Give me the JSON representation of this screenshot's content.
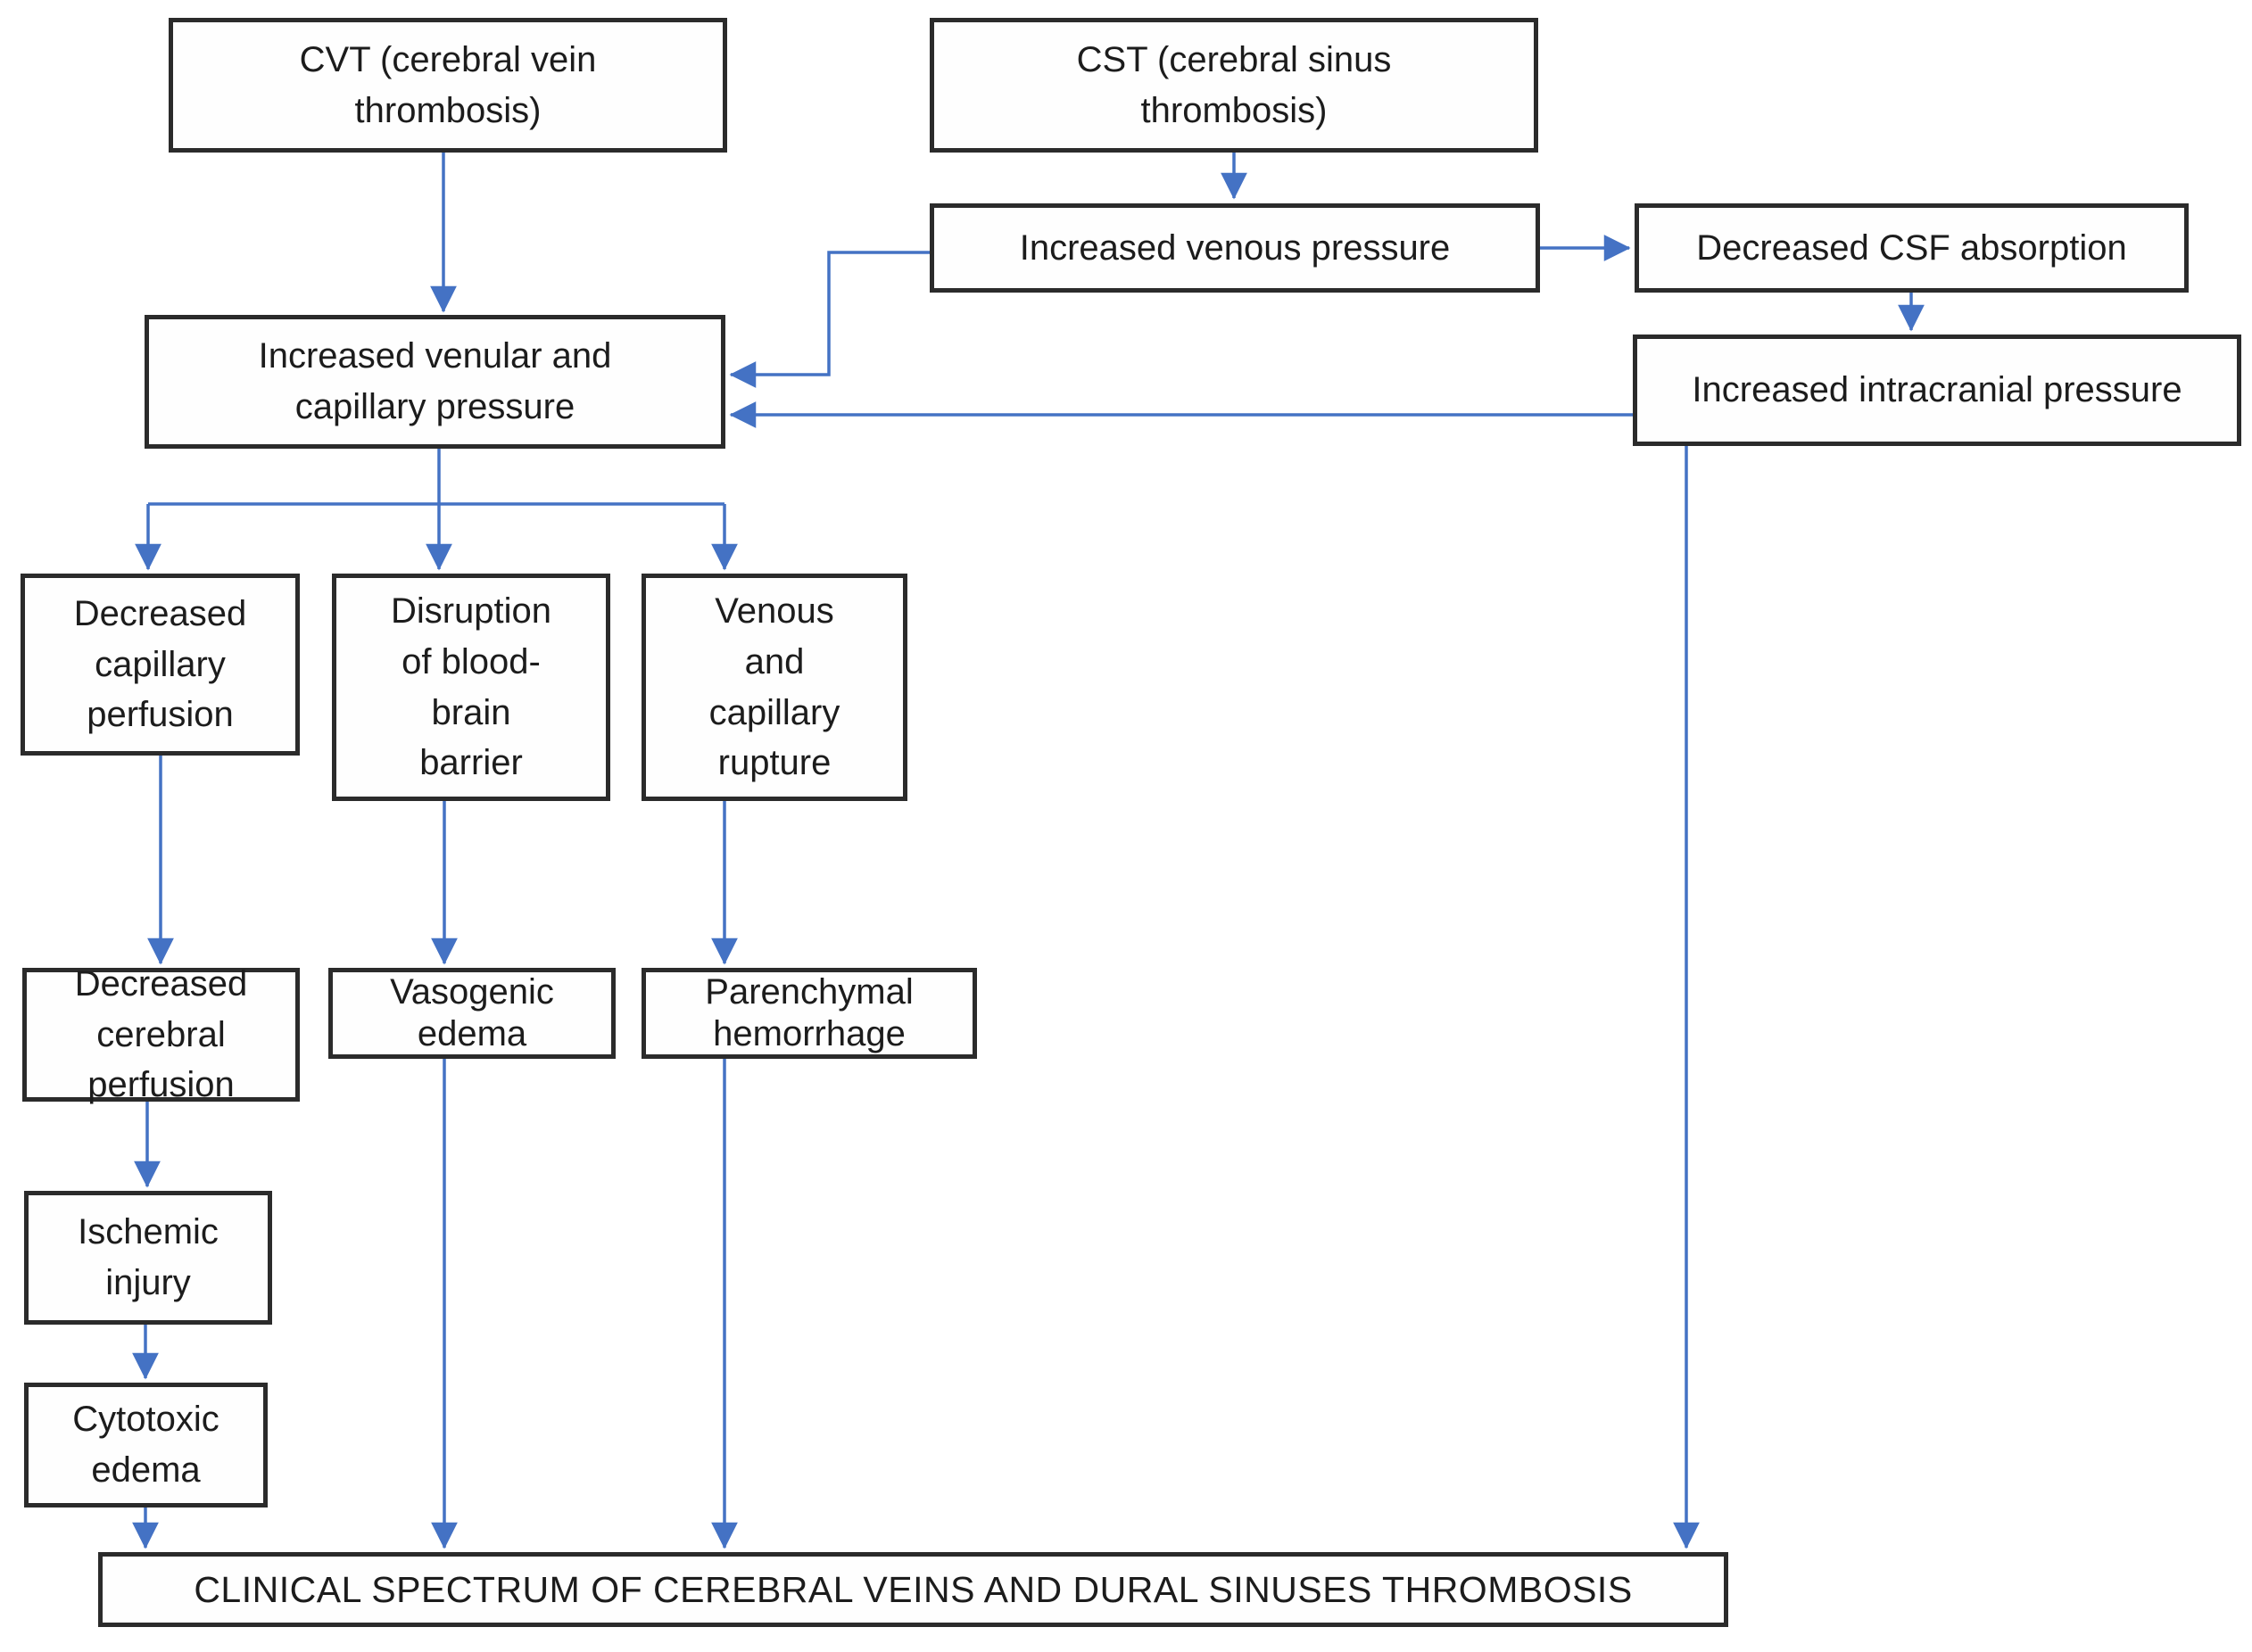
{
  "diagram_type": "flowchart",
  "colors": {
    "arrow": "#4472C4",
    "box_border": "#2b2b2b",
    "text": "#1c1c1c",
    "background": "#ffffff"
  },
  "nodes": {
    "cvt": {
      "label": "CVT (cerebral vein\nthrombosis)"
    },
    "cst": {
      "label": "CST (cerebral sinus\nthrombosis)"
    },
    "increased_venous_pressure": {
      "label": "Increased venous pressure"
    },
    "decreased_csf_absorption": {
      "label": "Decreased CSF absorption"
    },
    "increased_venular_capillary_pressure": {
      "label": "Increased venular and\ncapillary pressure"
    },
    "increased_intracranial_pressure": {
      "label": "Increased intracranial pressure"
    },
    "decreased_capillary_perfusion": {
      "label": "Decreased\ncapillary\nperfusion"
    },
    "disruption_blood_brain_barrier": {
      "label": "Disruption\nof blood-\nbrain\nbarrier"
    },
    "venous_capillary_rupture": {
      "label": "Venous\nand\ncapillary\nrupture"
    },
    "decreased_cerebral_perfusion": {
      "label": "Decreased\ncerebral\nperfusion"
    },
    "vasogenic_edema": {
      "label": "Vasogenic\nedema"
    },
    "parenchymal_hemorrhage": {
      "label": "Parenchymal\nhemorrhage"
    },
    "ischemic_injury": {
      "label": "Ischemic\ninjury"
    },
    "cytotoxic_edema": {
      "label": "Cytotoxic\nedema"
    },
    "clinical_spectrum": {
      "label": "CLINICAL SPECTRUM OF CEREBRAL VEINS AND DURAL SINUSES THROMBOSIS"
    }
  },
  "edges": [
    {
      "from": "cvt",
      "to": "increased_venular_capillary_pressure"
    },
    {
      "from": "cst",
      "to": "increased_venous_pressure"
    },
    {
      "from": "increased_venous_pressure",
      "to": "decreased_csf_absorption"
    },
    {
      "from": "increased_venous_pressure",
      "to": "increased_venular_capillary_pressure"
    },
    {
      "from": "decreased_csf_absorption",
      "to": "increased_intracranial_pressure"
    },
    {
      "from": "increased_intracranial_pressure",
      "to": "increased_venular_capillary_pressure"
    },
    {
      "from": "increased_venular_capillary_pressure",
      "to": "decreased_capillary_perfusion"
    },
    {
      "from": "increased_venular_capillary_pressure",
      "to": "disruption_blood_brain_barrier"
    },
    {
      "from": "increased_venular_capillary_pressure",
      "to": "venous_capillary_rupture"
    },
    {
      "from": "decreased_capillary_perfusion",
      "to": "decreased_cerebral_perfusion"
    },
    {
      "from": "disruption_blood_brain_barrier",
      "to": "vasogenic_edema"
    },
    {
      "from": "venous_capillary_rupture",
      "to": "parenchymal_hemorrhage"
    },
    {
      "from": "decreased_cerebral_perfusion",
      "to": "ischemic_injury"
    },
    {
      "from": "ischemic_injury",
      "to": "cytotoxic_edema"
    },
    {
      "from": "cytotoxic_edema",
      "to": "clinical_spectrum"
    },
    {
      "from": "vasogenic_edema",
      "to": "clinical_spectrum"
    },
    {
      "from": "parenchymal_hemorrhage",
      "to": "clinical_spectrum"
    },
    {
      "from": "increased_intracranial_pressure",
      "to": "clinical_spectrum"
    }
  ]
}
